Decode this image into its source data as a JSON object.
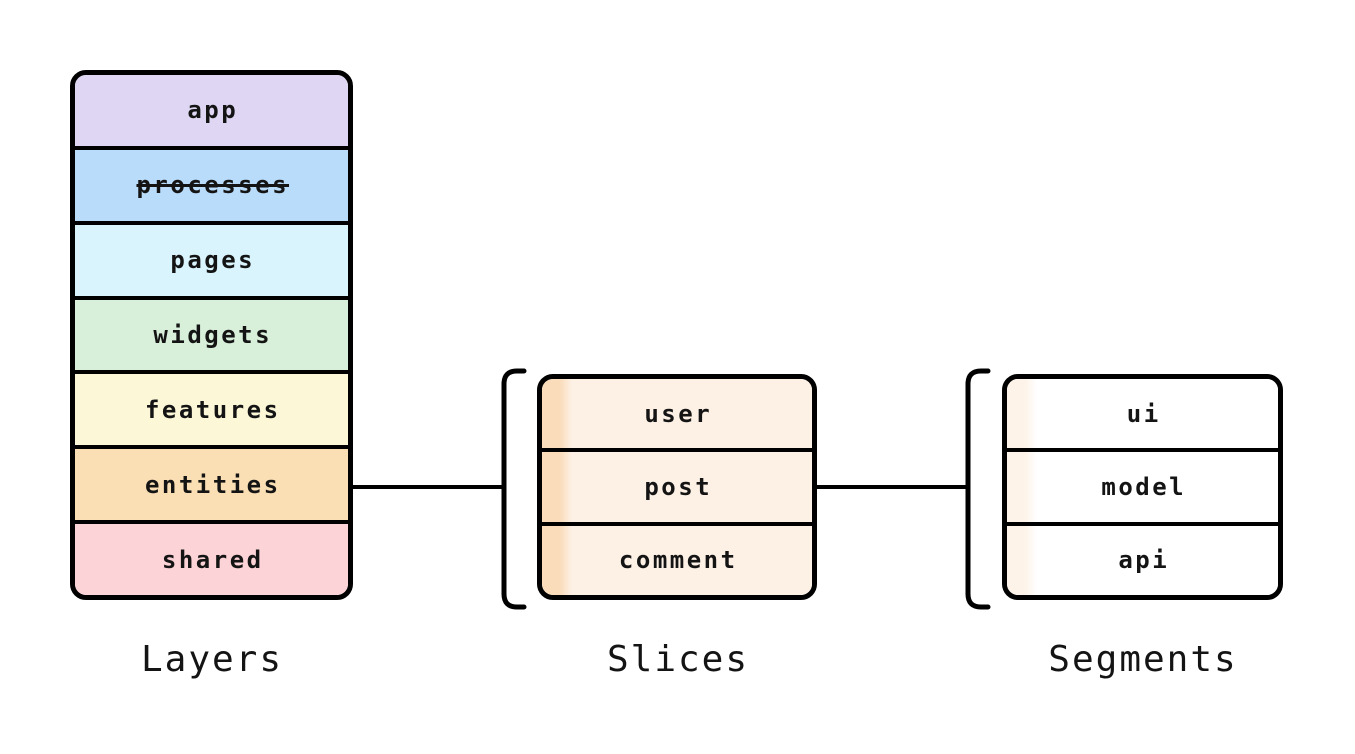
{
  "diagram": {
    "background": "#ffffff",
    "line_color": "#000000",
    "text_color": "#141414",
    "layers": {
      "caption": "Layers",
      "items": [
        {
          "label": "app",
          "color": "#ded6f2"
        },
        {
          "label": "processes",
          "color": "#b9dcfa",
          "strikethrough": true
        },
        {
          "label": "pages",
          "color": "#d9f4fd"
        },
        {
          "label": "widgets",
          "color": "#d8efda"
        },
        {
          "label": "features",
          "color": "#fcf7d6"
        },
        {
          "label": "entities",
          "color": "#fadfb5"
        },
        {
          "label": "shared",
          "color": "#fcd3d6"
        }
      ]
    },
    "slices": {
      "caption": "Slices",
      "strip_color": "#fadcba",
      "body_color": "#fdf1e5",
      "items": [
        {
          "label": "user"
        },
        {
          "label": "post"
        },
        {
          "label": "comment"
        }
      ]
    },
    "segments": {
      "caption": "Segments",
      "strip_color": "#fdf3e9",
      "body_color": "#ffffff",
      "items": [
        {
          "label": "ui"
        },
        {
          "label": "model"
        },
        {
          "label": "api"
        }
      ]
    }
  }
}
